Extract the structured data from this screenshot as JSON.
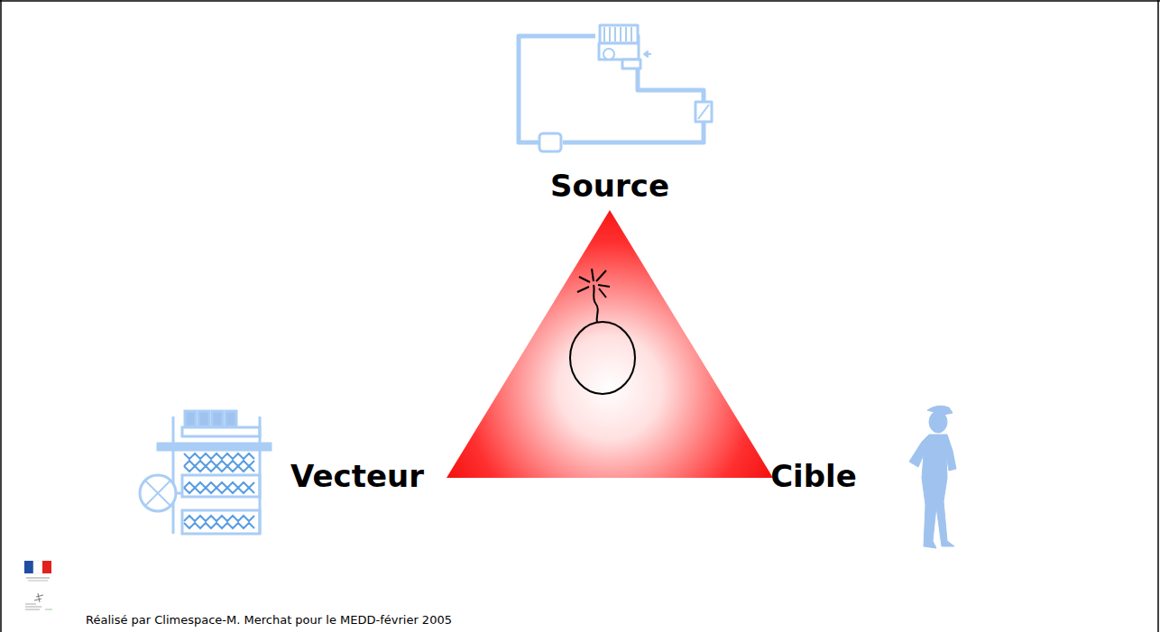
{
  "diagram": {
    "labels": [
      "Source",
      "Vecteur",
      "Cible",
      "Réalisé par Climespace-M. Merchat pour le MEDD-février 2005"
    ]
  }
}
